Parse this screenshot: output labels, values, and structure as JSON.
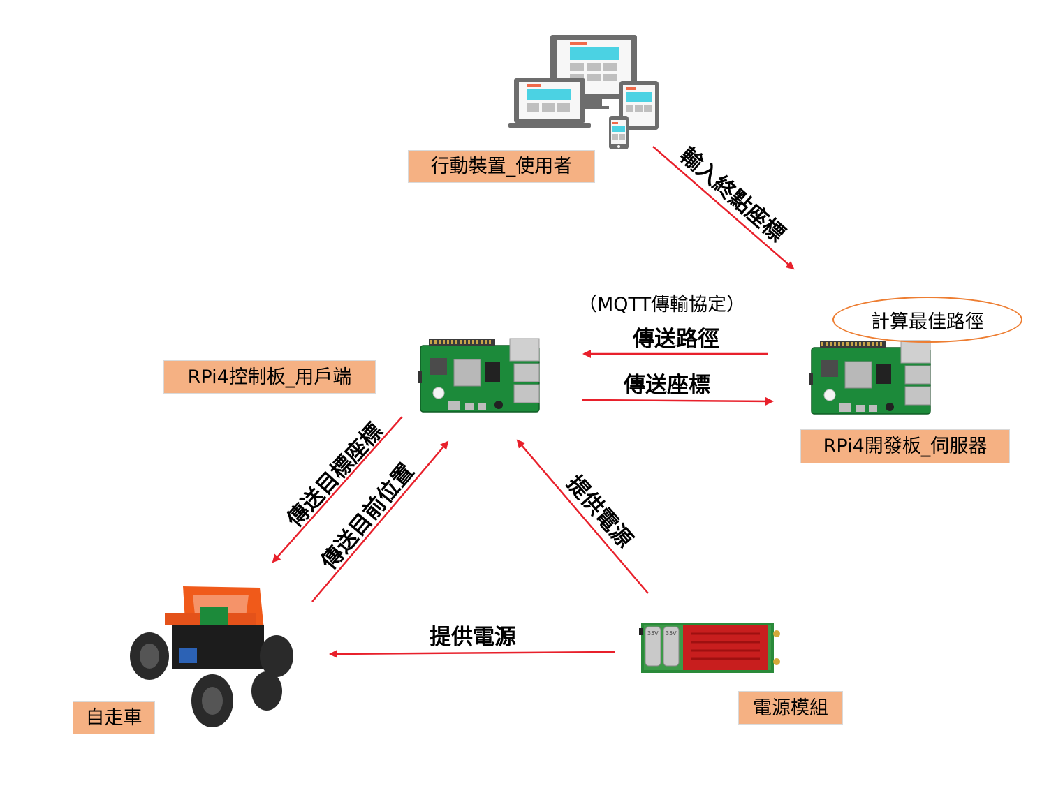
{
  "nodes": {
    "mobile": "行動裝置_使用者",
    "server": "RPi4開發板_伺服器",
    "client": "RPi4控制板_用戶端",
    "car": "自走車",
    "power": "電源模組"
  },
  "edges": {
    "input_destination": "輸入終點座標",
    "send_path": "傳送路徑",
    "send_coordinates": "傳送座標",
    "send_target": "傳送目標座標",
    "send_position": "傳送目前位置",
    "power_to_client": "提供電源",
    "power_to_car": "提供電源"
  },
  "protocol": "（MQTT傳輸協定）",
  "server_note": "計算最佳路徑",
  "chips": {
    "cap_a": "35V",
    "cap_b": "35V"
  },
  "colors": {
    "arrow": "#e8202b",
    "label_fill": "#f5b183",
    "ellipse_border": "#ed7d31",
    "board_green": "#1c8a3a",
    "car_orange": "#f05a1a"
  }
}
